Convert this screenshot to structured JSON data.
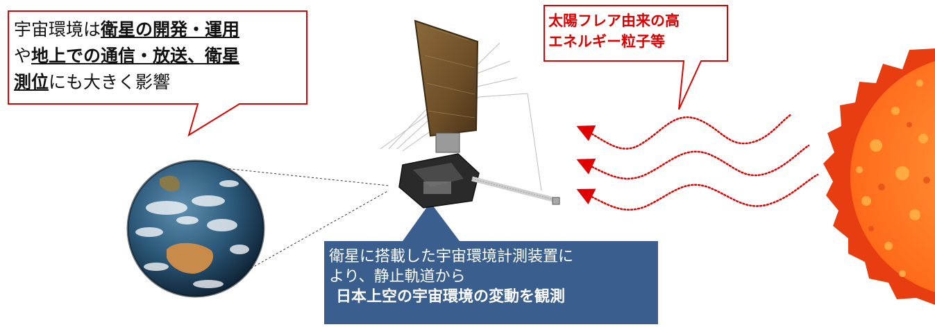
{
  "callouts": {
    "impact": {
      "line1_plain": "宇宙環境は",
      "line1_bold": "衛星の開発・運用",
      "line2_plain": "や",
      "line2_bold": "地上での通信・放送、衛星",
      "line3_bold": "測位",
      "line3_plain": "にも大きく影響"
    },
    "flare": {
      "line1": "太陽フレア由来の高",
      "line2": "エネルギー粒子等"
    },
    "observation": {
      "line1": "衛星に搭載した宇宙環境計測装置に",
      "line2": "より、静止軌道から",
      "line3": "日本上空の宇宙環境の変動を観測"
    }
  },
  "colors": {
    "alert_red": "#e00000",
    "observation_box": "#3a5f8f",
    "sun_orange": "#ff6a1a",
    "sun_dark": "#e83d10",
    "solar_panel": "#7a5a2e",
    "ocean": "#1d3d5e",
    "land": "#c98b4a"
  },
  "icons": [
    "earth-illustration",
    "satellite-illustration",
    "sun-illustration",
    "particle-wave-arrow"
  ]
}
